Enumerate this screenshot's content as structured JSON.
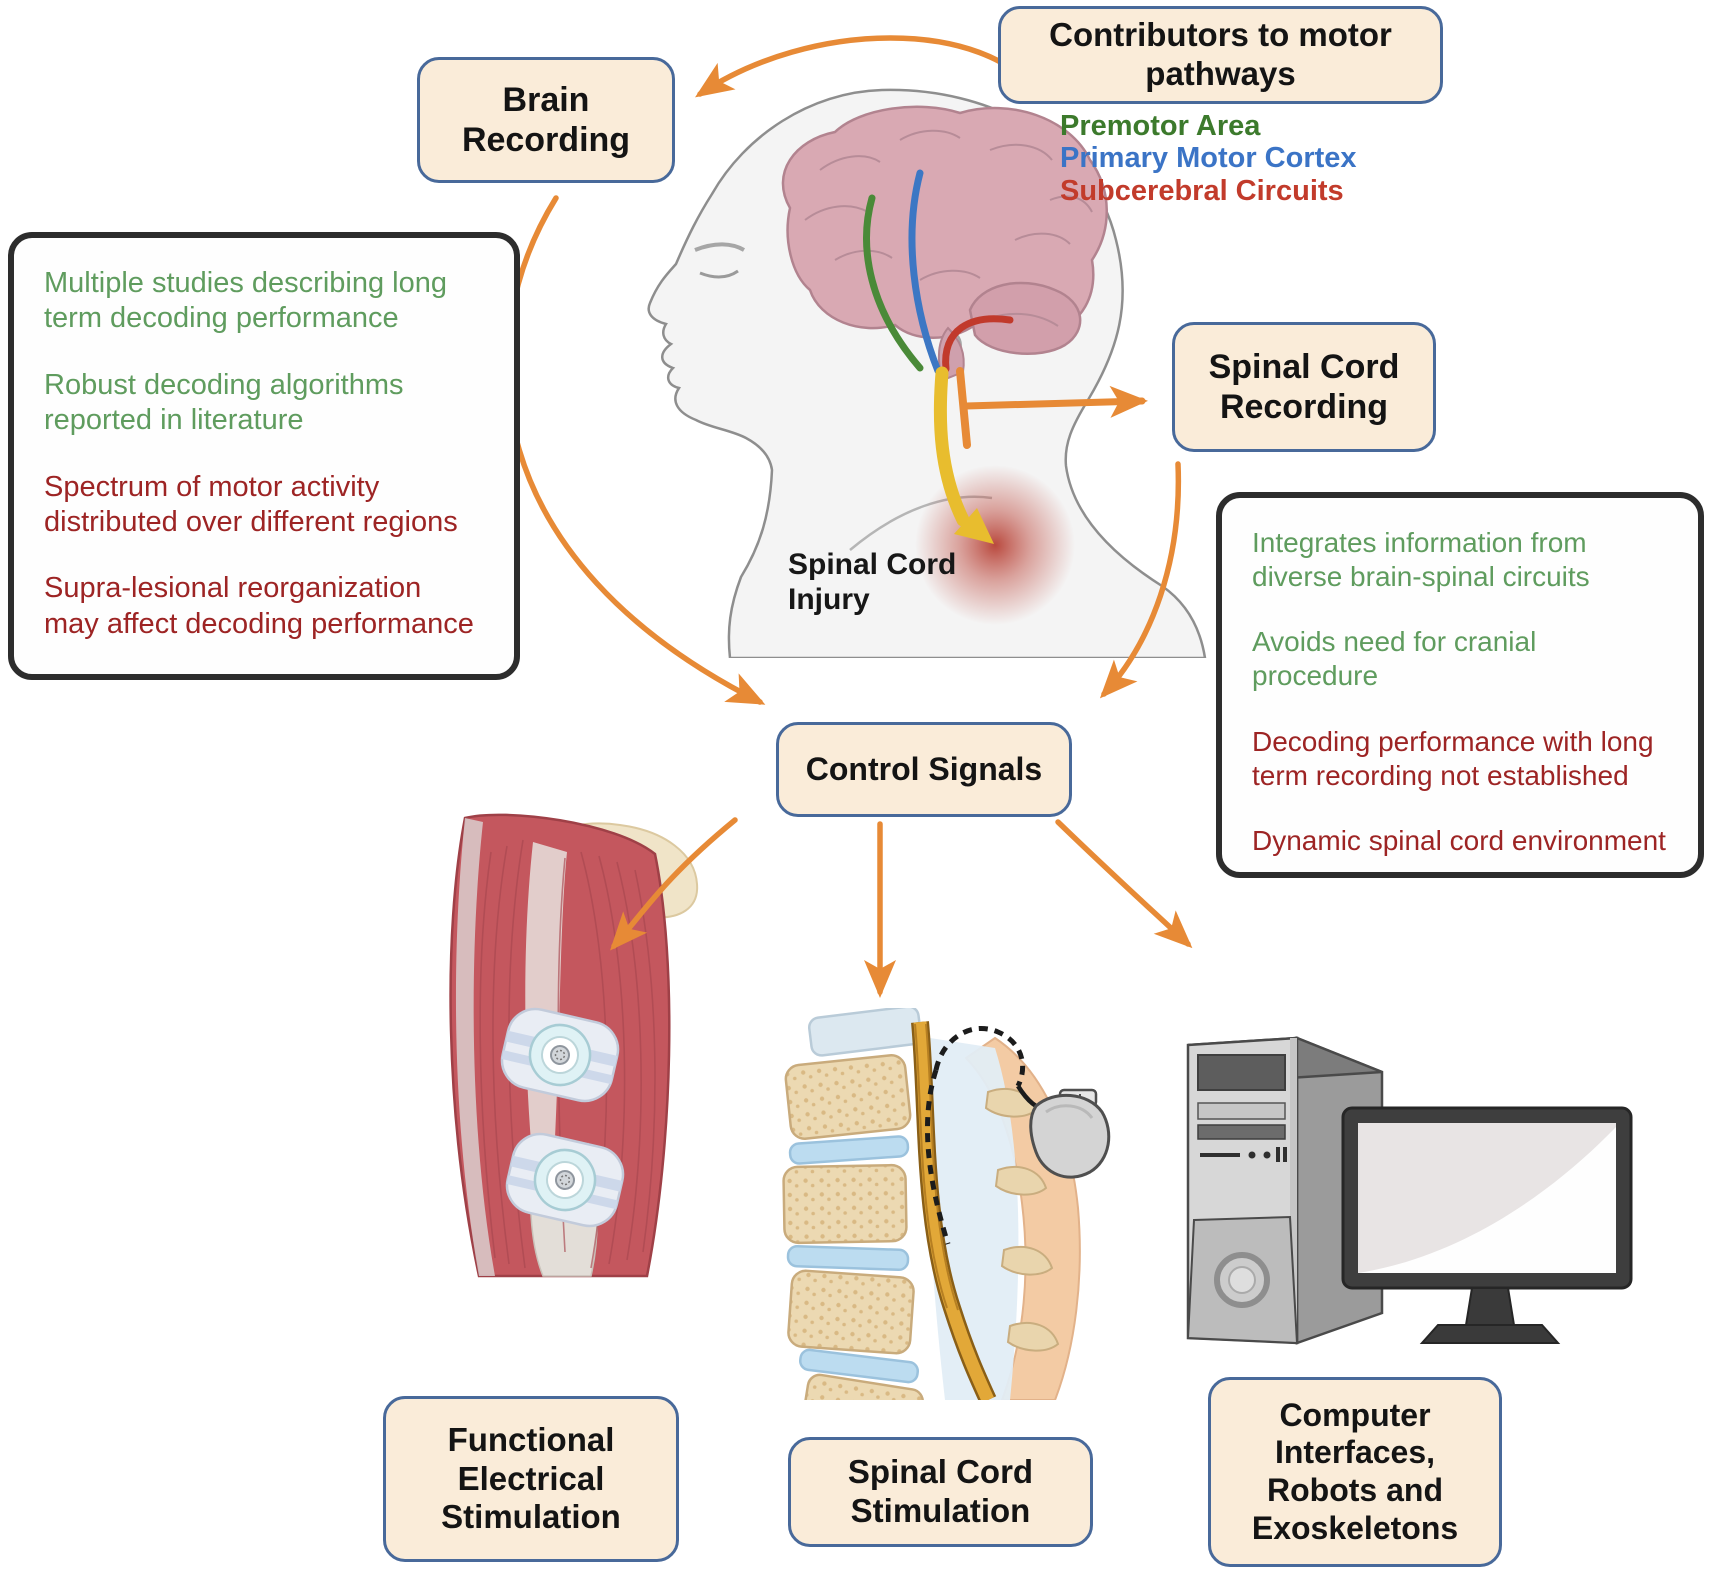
{
  "figure": {
    "nodes": {
      "brain_recording": "Brain Recording",
      "contributors": "Contributors to motor pathways",
      "spinal_cord_recording": "Spinal Cord Recording",
      "control_signals": "Control Signals",
      "functional_electrical_stimulation": "Functional Electrical Stimulation",
      "spinal_cord_stimulation": "Spinal Cord Stimulation",
      "computer_interfaces": "Computer Interfaces, Robots and Exoskeletons"
    },
    "legend": {
      "items": [
        {
          "label": "Premotor Area",
          "color": "#3c7a2c"
        },
        {
          "label": "Primary Motor Cortex",
          "color": "#3b74c6"
        },
        {
          "label": "Subcerebral Circuits",
          "color": "#c23b2b"
        }
      ]
    },
    "injury_label": "Spinal Cord Injury",
    "panels": {
      "brain": {
        "items": [
          {
            "text": "Multiple studies describing long term decoding performance",
            "color": "#5f9c5e"
          },
          {
            "text": "Robust decoding algorithms reported in literature",
            "color": "#5f9c5e"
          },
          {
            "text": "Spectrum of motor activity distributed over different regions",
            "color": "#9d2424"
          },
          {
            "text": "Supra-lesional reorganization may affect decoding performance",
            "color": "#9d2424"
          }
        ]
      },
      "spinal": {
        "items": [
          {
            "text": "Integrates information from diverse brain-spinal circuits",
            "color": "#5f9c5e"
          },
          {
            "text": "Avoids need for cranial procedure",
            "color": "#5f9c5e"
          },
          {
            "text": "Decoding performance with long term recording not established",
            "color": "#9d2424"
          },
          {
            "text": "Dynamic spinal cord environment",
            "color": "#9d2424"
          }
        ]
      }
    },
    "colors": {
      "node_fill": "#faecd9",
      "node_border": "#48699a",
      "arrow_orange": "#e78a36",
      "injury_arrow_yellow": "#e8bd2e",
      "panel_border": "#2d2d2d",
      "pathway_green": "#4a8a38",
      "pathway_blue": "#3c77c4",
      "pathway_red": "#c13a2c"
    }
  }
}
